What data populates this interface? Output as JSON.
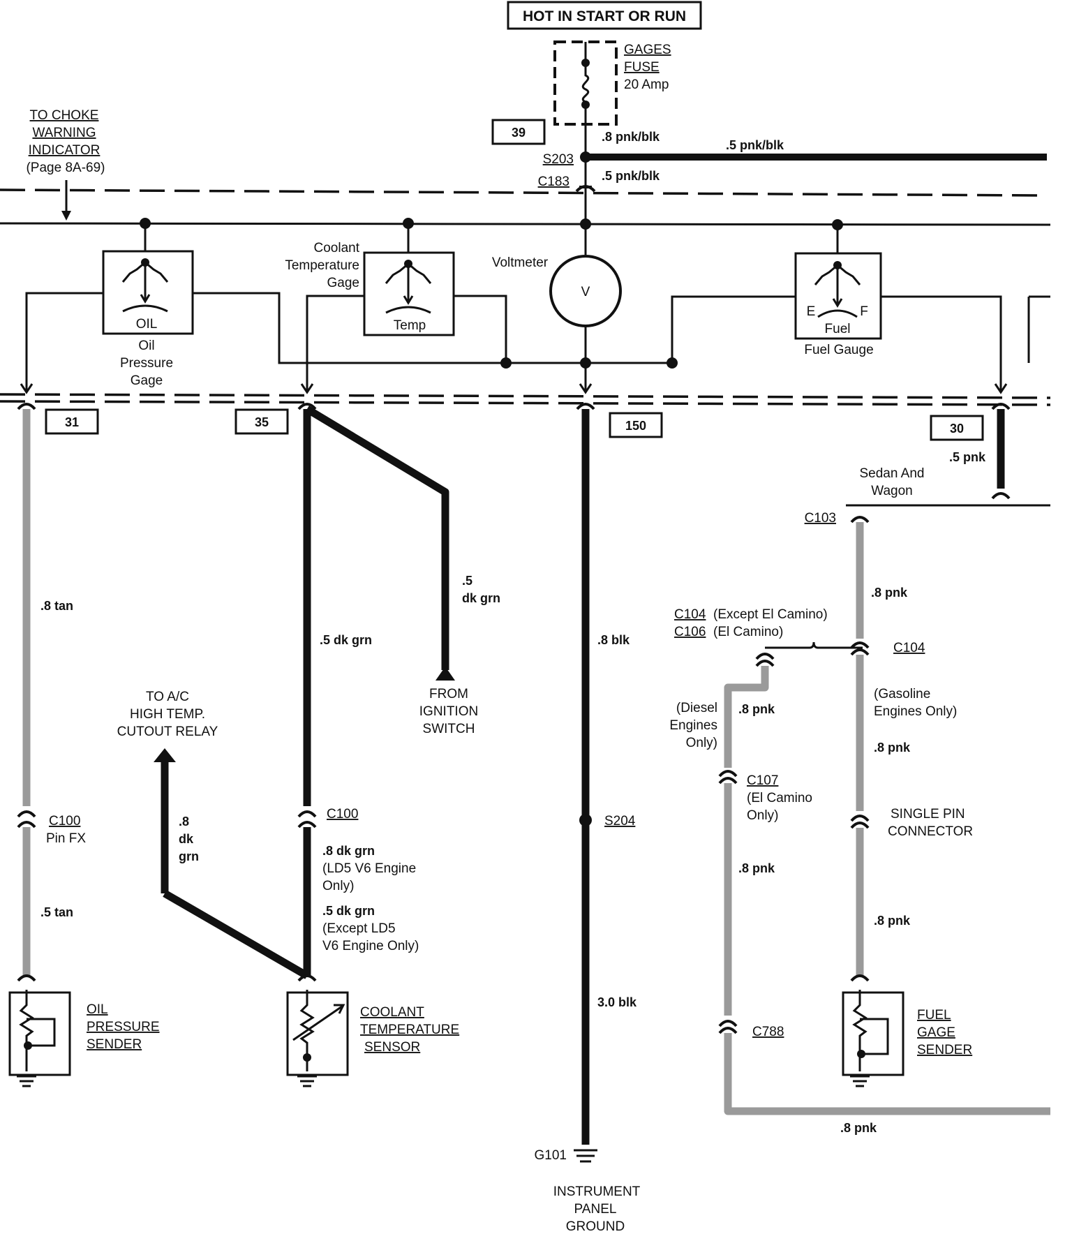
{
  "header": {
    "power_label": "HOT IN START OR RUN"
  },
  "fuse": {
    "name_line1": "GAGES",
    "name_line2": "FUSE",
    "rating": "20 Amp"
  },
  "circuit_numbers": {
    "fuse_feed": "39",
    "oil": "31",
    "coolant": "35",
    "ground": "150",
    "fuel": "30"
  },
  "choke": {
    "line1": "TO CHOKE",
    "line2": "WARNING",
    "line3": "INDICATOR",
    "page": "(Page 8A-69)"
  },
  "splices": {
    "s203": "S203",
    "c183": "C183",
    "s204": "S204"
  },
  "wires": {
    "fuse_out": ".8 pnk/blk",
    "branch_right": ".5 pnk/blk",
    "after_c183": ".5 pnk/blk",
    "oil_upper": ".8 tan",
    "oil_lower": ".5 tan",
    "coolant_upper": ".5 dk grn",
    "ignition_a": ".5",
    "ignition_b": "dk grn",
    "ac_a": ".8",
    "ac_b": "dk",
    "ac_c": "grn",
    "coolant_ld5": ".8 dk grn",
    "coolant_ld5_note1": "(LD5 V6 Engine",
    "coolant_ld5_note2": "Only)",
    "coolant_exc": ".5 dk grn",
    "coolant_exc_note1": "(Except LD5",
    "coolant_exc_note2": "V6 Engine Only)",
    "ground_upper": ".8 blk",
    "ground_lower": "3.0 blk",
    "fuel_top": ".5 pnk",
    "fuel_mid": ".8 pnk",
    "diesel_top": ".8 pnk",
    "diesel_lower": ".8 pnk",
    "gas_upper": ".8 pnk",
    "gas_lower": ".8 pnk",
    "bottom": ".8 pnk"
  },
  "gauges": {
    "oil_face": "OIL",
    "oil_name1": "Oil",
    "oil_name2": "Pressure",
    "oil_name3": "Gage",
    "coolant_name1": "Coolant",
    "coolant_name2": "Temperature",
    "coolant_name3": "Gage",
    "temp_face": "Temp",
    "voltmeter_name": "Voltmeter",
    "voltmeter_face": "V",
    "fuel_face": "Fuel",
    "fuel_e": "E",
    "fuel_f": "F",
    "fuel_name": "Fuel Gauge"
  },
  "connectors": {
    "c100_oil": "C100",
    "c100_oil_pin": "Pin FX",
    "c100_coolant": "C100",
    "c103": "C103",
    "c104_label": "C104",
    "c104_note": "(Except El Camino)",
    "c106_label": "C106",
    "c106_note": "(El Camino)",
    "c104_right": "C104",
    "c107": "C107",
    "c107_note1": "(El Camino",
    "c107_note2": "Only)",
    "c788": "C788",
    "single_pin1": "SINGLE PIN",
    "single_pin2": "CONNECTOR"
  },
  "notes": {
    "sedan1": "Sedan And",
    "sedan2": "Wagon",
    "diesel1": "(Diesel",
    "diesel2": "Engines",
    "diesel3": "Only)",
    "gas1": "(Gasoline",
    "gas2": "Engines Only)",
    "ignition1": "FROM",
    "ignition2": "IGNITION",
    "ignition3": "SWITCH",
    "ac1": "TO A/C",
    "ac2": "HIGH TEMP.",
    "ac3": "CUTOUT RELAY"
  },
  "senders": {
    "oil1": "OIL",
    "oil2": "PRESSURE",
    "oil3": "SENDER",
    "coolant1": "COOLANT",
    "coolant2": "TEMPERATURE",
    "coolant3": "SENSOR",
    "fuel1": "FUEL",
    "fuel2": "GAGE",
    "fuel3": "SENDER"
  },
  "ground": {
    "id": "G101",
    "line1": "INSTRUMENT",
    "line2": "PANEL",
    "line3": "GROUND"
  }
}
